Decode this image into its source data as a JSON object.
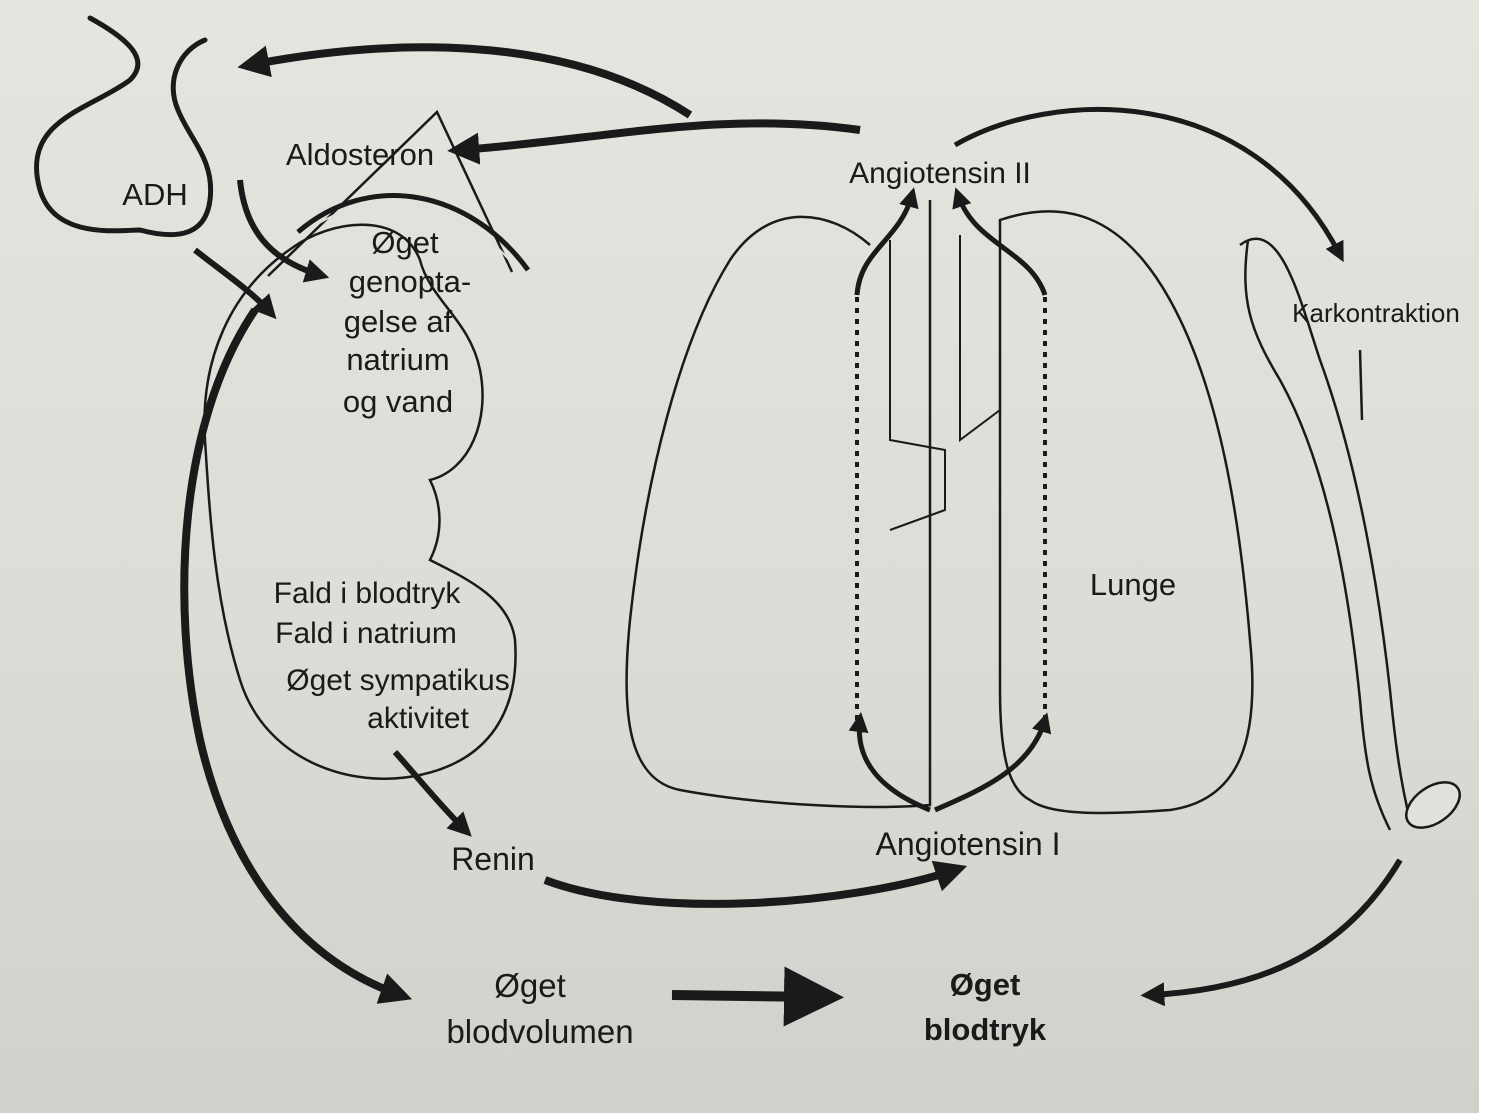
{
  "labels": {
    "adh": "ADH",
    "aldosteron": "Aldosteron",
    "oget_genoptagelse": [
      "Øget",
      "genopta-",
      "gelse af",
      "natrium",
      "og vand"
    ],
    "fald_lines": [
      "Fald i blodtryk",
      "Fald i natrium",
      "Øget sympatikus",
      "aktivitet"
    ],
    "renin": "Renin",
    "angiotensin_ii": "Angiotensin II",
    "angiotensin_i": "Angiotensin I",
    "lunge": "Lunge",
    "karkontraktion": "Karkontraktion",
    "oget_blodvolumen": [
      "Øget",
      "blodvolumen"
    ],
    "oget_blodtryk": [
      "Øget",
      "blodtryk"
    ]
  },
  "colors": {
    "ink": "#1a1a1a",
    "paper": "#e2e0db"
  }
}
